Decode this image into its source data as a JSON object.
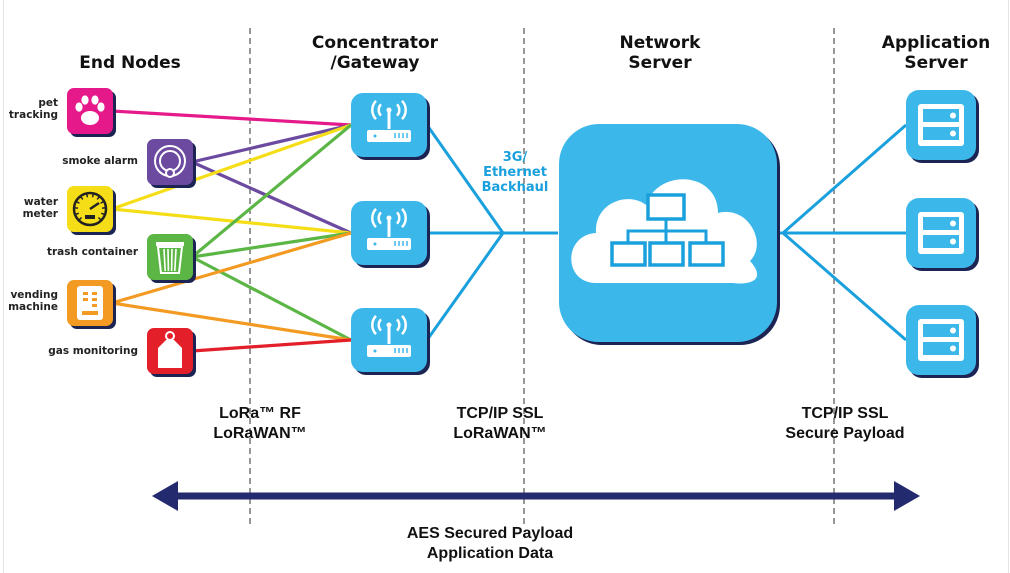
{
  "columns": {
    "end_nodes": "End Nodes",
    "gateway": "Concentrator\n/Gateway",
    "network_server": "Network\nServer",
    "application_server": "Application\nServer"
  },
  "end_nodes": [
    {
      "label": "pet\ntracking",
      "icon": "paw-icon",
      "color": "#e5198a"
    },
    {
      "label": "smoke alarm",
      "icon": "smoke-alarm-icon",
      "color": "#6c4aa0"
    },
    {
      "label": "water\nmeter",
      "icon": "gauge-icon",
      "color": "#f5de17"
    },
    {
      "label": "trash container",
      "icon": "trash-can-icon",
      "color": "#5cb645"
    },
    {
      "label": "vending\nmachine",
      "icon": "vending-machine-icon",
      "color": "#f39a22"
    },
    {
      "label": "gas monitoring",
      "icon": "gas-tank-icon",
      "color": "#e3202a"
    }
  ],
  "gateways": [
    {
      "icon": "wireless-router-icon"
    },
    {
      "icon": "wireless-router-icon"
    },
    {
      "icon": "wireless-router-icon"
    }
  ],
  "connections": [
    {
      "from": 0,
      "to": 0
    },
    {
      "from": 1,
      "to": 0
    },
    {
      "from": 1,
      "to": 1
    },
    {
      "from": 2,
      "to": 0
    },
    {
      "from": 2,
      "to": 1
    },
    {
      "from": 3,
      "to": 0
    },
    {
      "from": 3,
      "to": 1
    },
    {
      "from": 3,
      "to": 2
    },
    {
      "from": 4,
      "to": 1
    },
    {
      "from": 4,
      "to": 2
    },
    {
      "from": 5,
      "to": 2
    }
  ],
  "network_server": {
    "icon": "cloud-network-icon"
  },
  "app_servers": [
    {
      "icon": "server-icon"
    },
    {
      "icon": "server-icon"
    },
    {
      "icon": "server-icon"
    }
  ],
  "backhaul_label": "3G/\nEthernet\nBackhaul",
  "protocols": [
    "LoRa™ RF\nLoRaWAN™",
    "TCP/IP SSL\nLoRaWAN™",
    "TCP/IP SSL\nSecure Payload"
  ],
  "bottom_label": "AES Secured Payload\nApplication Data",
  "colors": {
    "accent_blue": "#3cb7ea",
    "link_blue": "#1aa0dc",
    "shadow_navy": "#1c2454",
    "arrow_navy": "#232a6e",
    "divider_gray": "#777777"
  }
}
